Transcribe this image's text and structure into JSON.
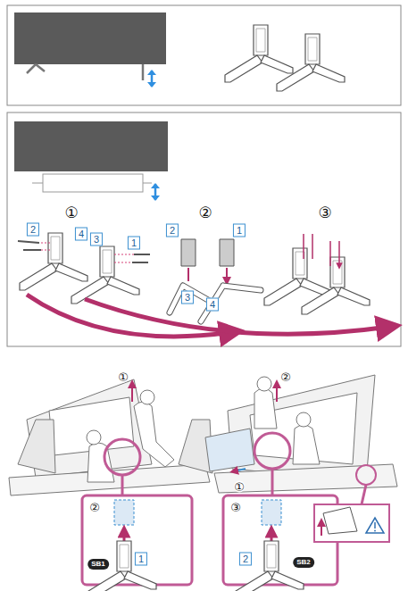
{
  "diagram": {
    "labels": [
      "①",
      "2",
      "4",
      "3",
      "1",
      "②",
      "2",
      "1",
      "3",
      "4",
      "③",
      "①",
      "②",
      "SB1",
      "1",
      "②",
      "①",
      "③",
      "2",
      "SB2"
    ]
  }
}
